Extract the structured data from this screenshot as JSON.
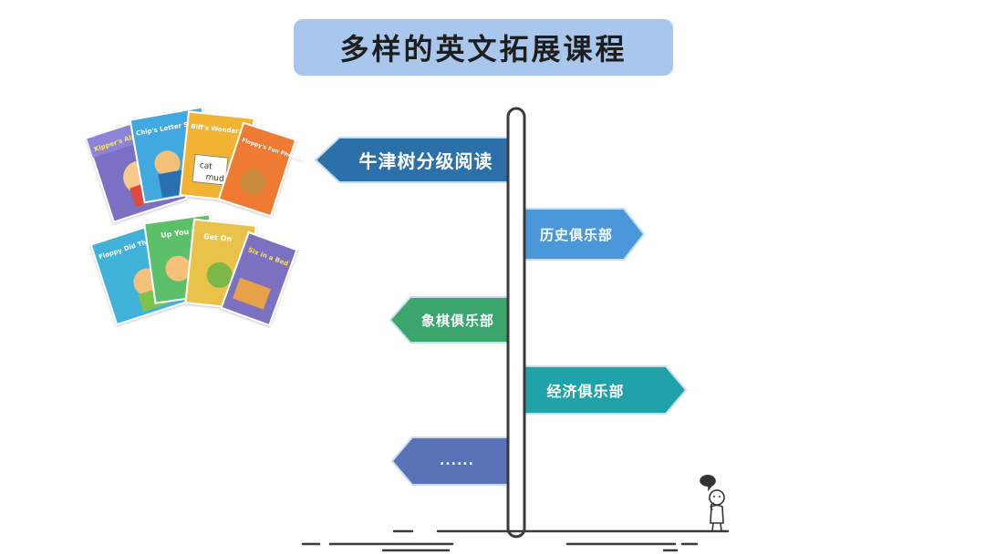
{
  "title": "多样的英文拓展课程",
  "signs": [
    {
      "label": "牛津树分级阅读",
      "color": "#2b70a8"
    },
    {
      "label": "历史俱乐部",
      "color": "#4a98da"
    },
    {
      "label": "象棋俱乐部",
      "color": "#3aa56d"
    },
    {
      "label": "经济俱乐部",
      "color": "#1fa3a8"
    },
    {
      "label": "......",
      "color": "#5a72b8"
    }
  ],
  "books": {
    "row1": [
      "Kipper's Alphabet I Spy",
      "Chip's Letter Sounds",
      "Biff's Wonder Words",
      "Floppy's Fun Phonics"
    ],
    "row2": [
      "Floppy Did This!",
      "Up You Go",
      "Get On",
      "Six in a Bed"
    ]
  },
  "book_words": {
    "cat": "cat",
    "mud": "mud"
  },
  "colors": {
    "title_bg": "#a9c6ec",
    "pole": "#3a3a3a"
  },
  "icons": [
    "thought-bubble-icon",
    "thinking-person-icon"
  ]
}
